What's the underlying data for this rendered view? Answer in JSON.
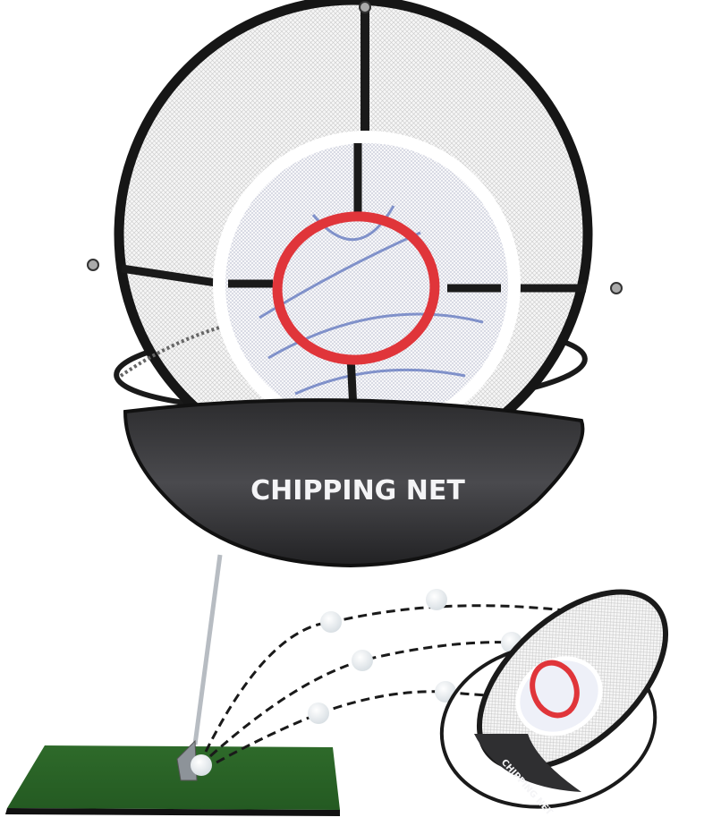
{
  "image": {
    "subject": "Golf chipping net product photo",
    "main_product": {
      "label_text": "CHIPPING NET",
      "colors": {
        "frame": "#1a1a1a",
        "mesh": "#f3f3f3",
        "target_ring": "#e0353a",
        "inner_net": "#3a56b0",
        "label_pouch": "#3b3b3e"
      }
    },
    "inset_scene": {
      "label_text": "CHIPPING NET",
      "mat_color": "#2f6b2a",
      "ball_count": 7,
      "trajectory_style": "dashed"
    },
    "background": "#ffffff"
  }
}
